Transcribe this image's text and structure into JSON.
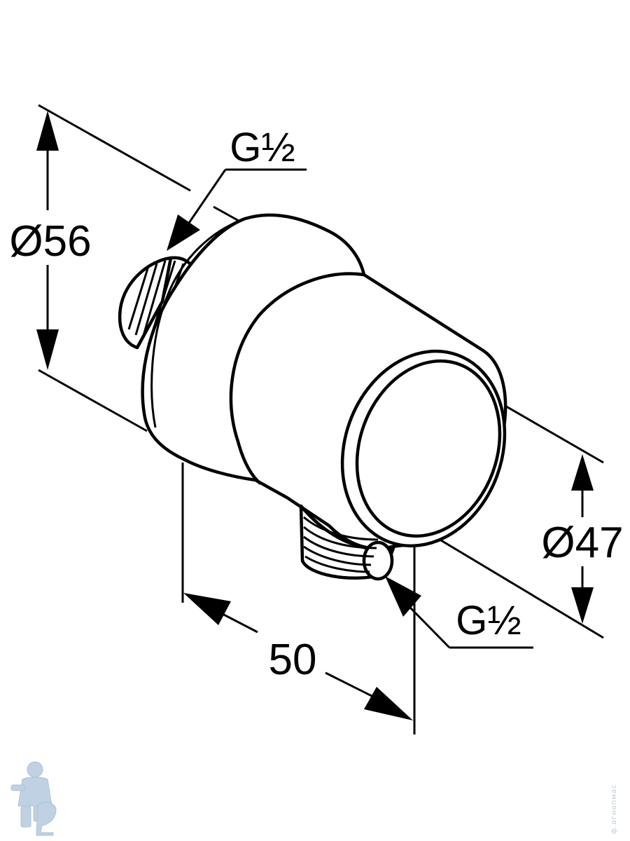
{
  "dimensions": {
    "outer_diameter": "Ø56",
    "outlet_diameter": "Ø47",
    "depth": "50",
    "thread_top": "G½",
    "thread_bottom": "G½"
  },
  "watermark": {
    "side_text": "ф.огнопмас",
    "logo_icon": "plumber-mascot-icon",
    "logo_color": "#b9cde0"
  }
}
